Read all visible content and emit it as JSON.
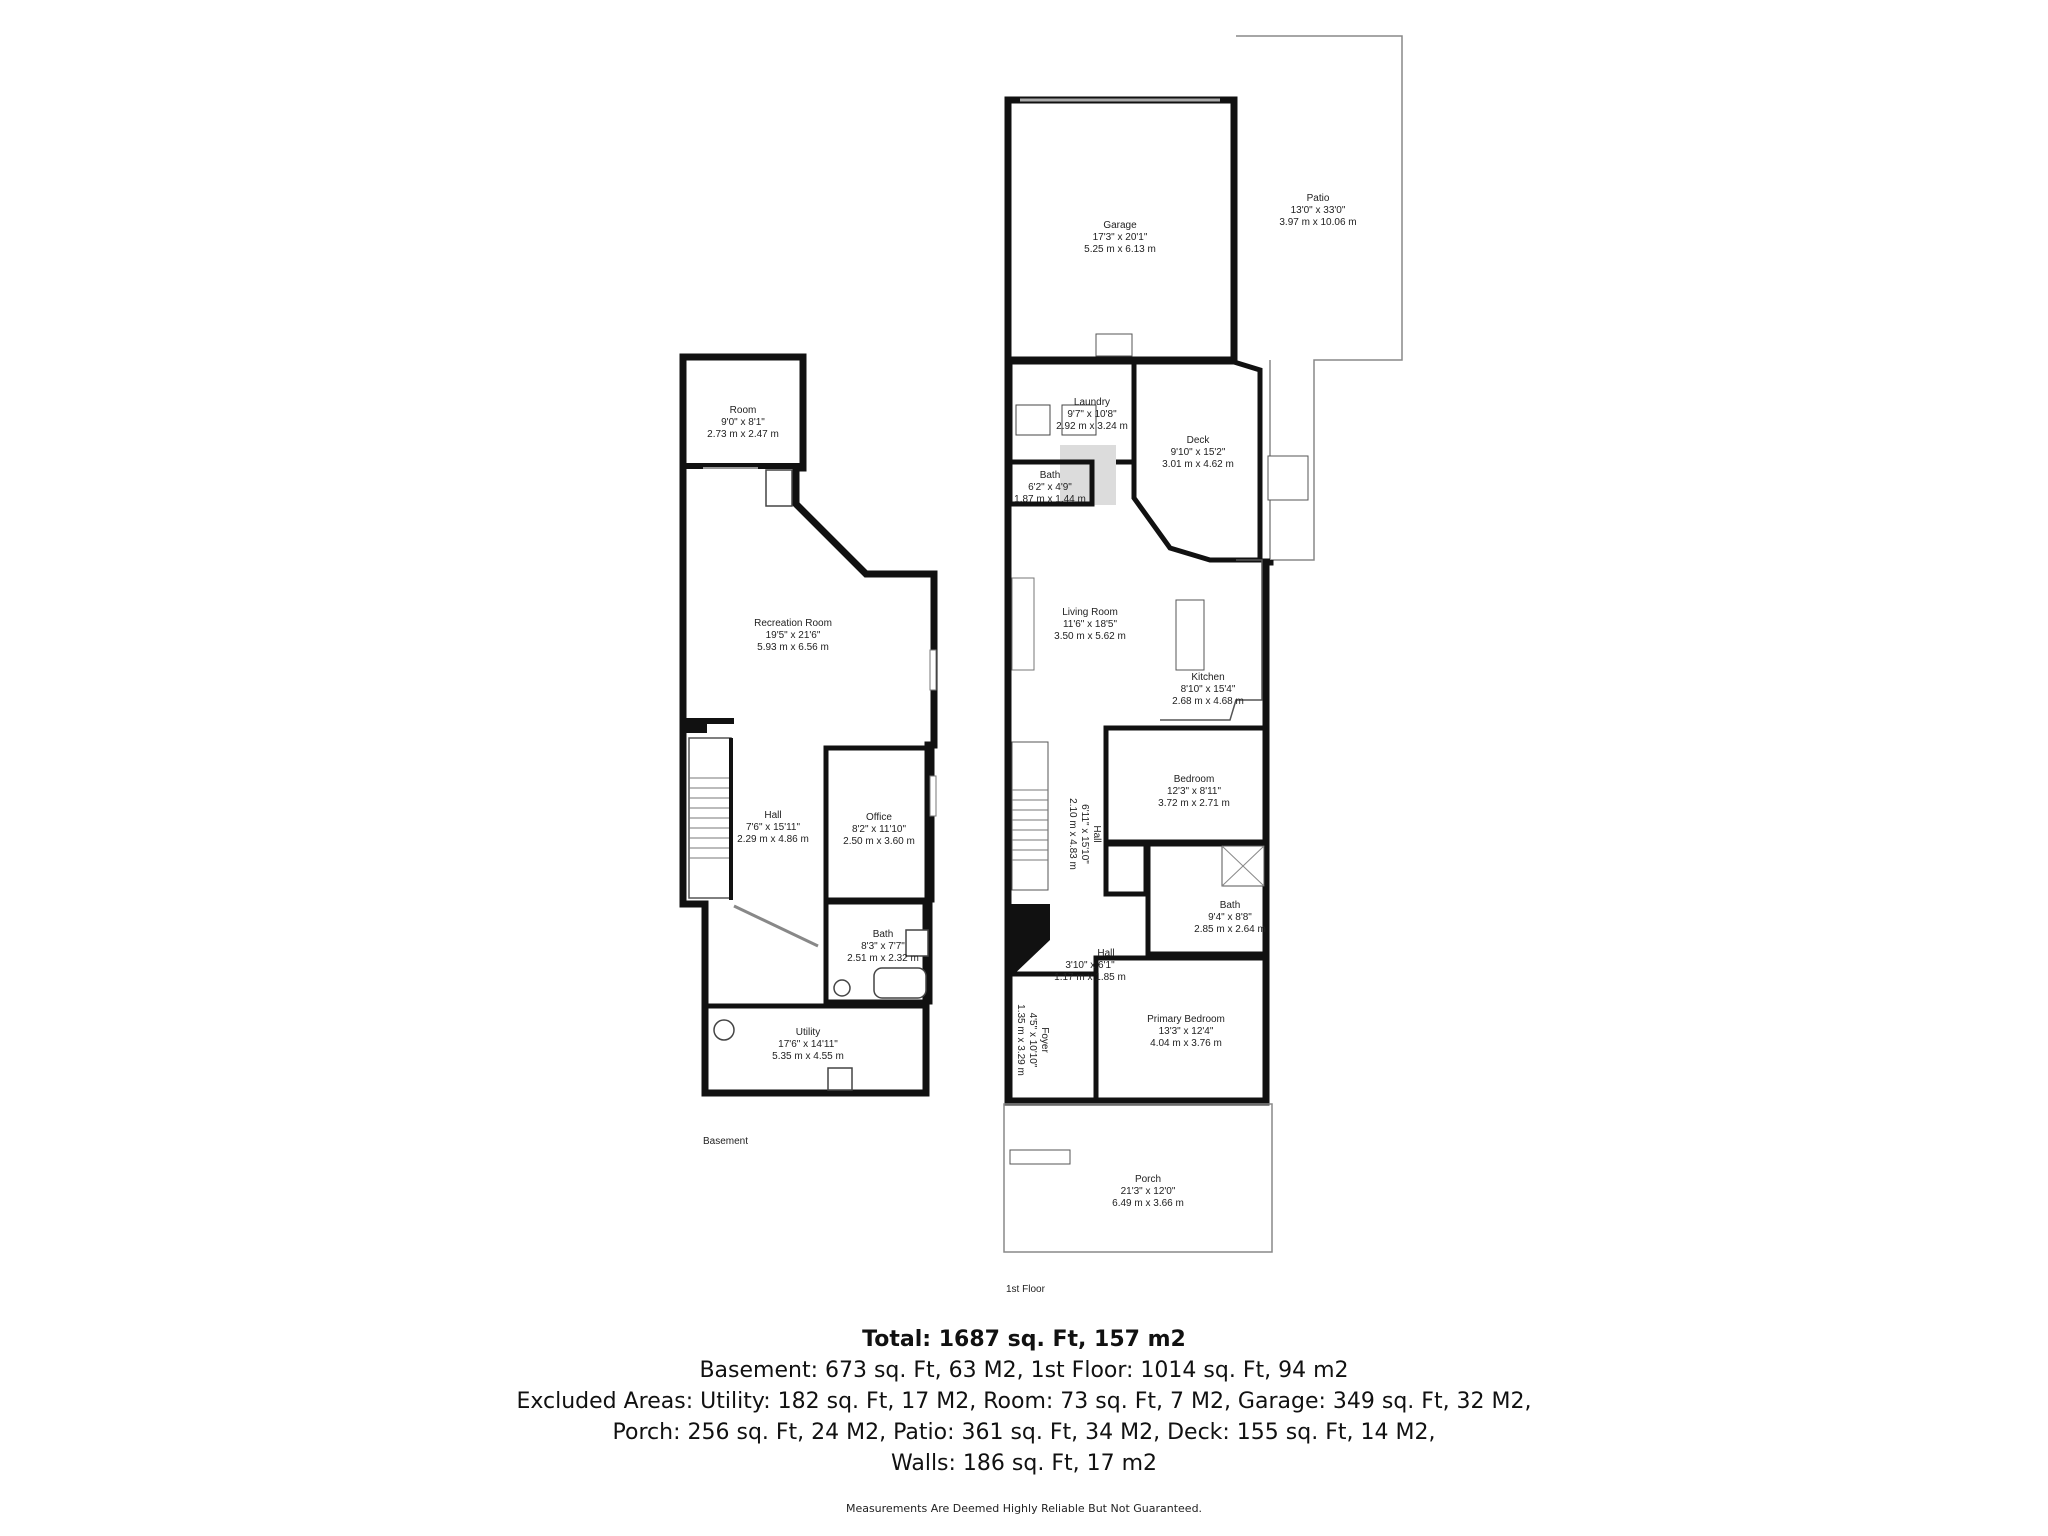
{
  "floors": {
    "basement": {
      "label": "Basement",
      "rooms": [
        {
          "id": "room",
          "name": "Room",
          "imperial": "9'0\" x 8'1\"",
          "metric": "2.73 m x 2.47 m"
        },
        {
          "id": "recreation",
          "name": "Recreation Room",
          "imperial": "19'5\" x 21'6\"",
          "metric": "5.93 m x 6.56 m"
        },
        {
          "id": "hall",
          "name": "Hall",
          "imperial": "7'6\" x 15'11\"",
          "metric": "2.29 m x 4.86 m"
        },
        {
          "id": "office",
          "name": "Office",
          "imperial": "8'2\" x 11'10\"",
          "metric": "2.50 m x 3.60 m"
        },
        {
          "id": "bath",
          "name": "Bath",
          "imperial": "8'3\" x 7'7\"",
          "metric": "2.51 m x 2.32 m"
        },
        {
          "id": "utility",
          "name": "Utility",
          "imperial": "17'6\" x 14'11\"",
          "metric": "5.35 m x 4.55 m"
        }
      ]
    },
    "first": {
      "label": "1st Floor",
      "rooms": [
        {
          "id": "garage",
          "name": "Garage",
          "imperial": "17'3\" x 20'1\"",
          "metric": "5.25 m x 6.13 m"
        },
        {
          "id": "patio",
          "name": "Patio",
          "imperial": "13'0\" x 33'0\"",
          "metric": "3.97 m x 10.06 m"
        },
        {
          "id": "laundry",
          "name": "Laundry",
          "imperial": "9'7\" x 10'8\"",
          "metric": "2.92 m x 3.24 m"
        },
        {
          "id": "deck",
          "name": "Deck",
          "imperial": "9'10\" x 15'2\"",
          "metric": "3.01 m x 4.62 m"
        },
        {
          "id": "bath1",
          "name": "Bath",
          "imperial": "6'2\" x 4'9\"",
          "metric": "1.87 m x 1.44 m"
        },
        {
          "id": "living",
          "name": "Living Room",
          "imperial": "11'6\" x 18'5\"",
          "metric": "3.50 m x 5.62 m"
        },
        {
          "id": "kitchen",
          "name": "Kitchen",
          "imperial": "8'10\" x 15'4\"",
          "metric": "2.68 m x 4.68 m"
        },
        {
          "id": "bedroom",
          "name": "Bedroom",
          "imperial": "12'3\" x 8'11\"",
          "metric": "3.72 m x 2.71 m"
        },
        {
          "id": "hallv",
          "name": "Hall",
          "imperial": "6'11\" x 15'10\"",
          "metric": "2.10 m x 4.83 m"
        },
        {
          "id": "bath2",
          "name": "Bath",
          "imperial": "9'4\" x 8'8\"",
          "metric": "2.85 m x 2.64 m"
        },
        {
          "id": "hall2",
          "name": "Hall",
          "imperial": "3'10\" x 6'1\"",
          "metric": "1.17 m x 1.85 m"
        },
        {
          "id": "foyer",
          "name": "Foyer",
          "imperial": "4'5\" x 10'10\"",
          "metric": "1.35 m x 3.29 m"
        },
        {
          "id": "primary",
          "name": "Primary Bedroom",
          "imperial": "13'3\" x 12'4\"",
          "metric": "4.04 m x 3.76 m"
        },
        {
          "id": "porch",
          "name": "Porch",
          "imperial": "21'3\" x 12'0\"",
          "metric": "6.49 m x 3.66 m"
        }
      ]
    }
  },
  "summary": {
    "total": "Total: 1687 sq. Ft, 157 m2",
    "lines": [
      "Basement: 673 sq. Ft, 63 M2, 1st Floor: 1014 sq. Ft, 94 m2",
      "Excluded Areas: Utility: 182 sq. Ft, 17 M2, Room: 73 sq. Ft, 7 M2, Garage: 349 sq. Ft, 32 M2,",
      "Porch: 256 sq. Ft, 24 M2, Patio: 361 sq. Ft, 34 M2, Deck: 155 sq. Ft, 14 M2,",
      "Walls: 186 sq. Ft, 17 m2"
    ]
  },
  "disclaimer": "Measurements Are Deemed Highly Reliable But Not Guaranteed.",
  "colors": {
    "wall": "#111111",
    "thin": "#777777",
    "fill": "#dcdcdc"
  }
}
